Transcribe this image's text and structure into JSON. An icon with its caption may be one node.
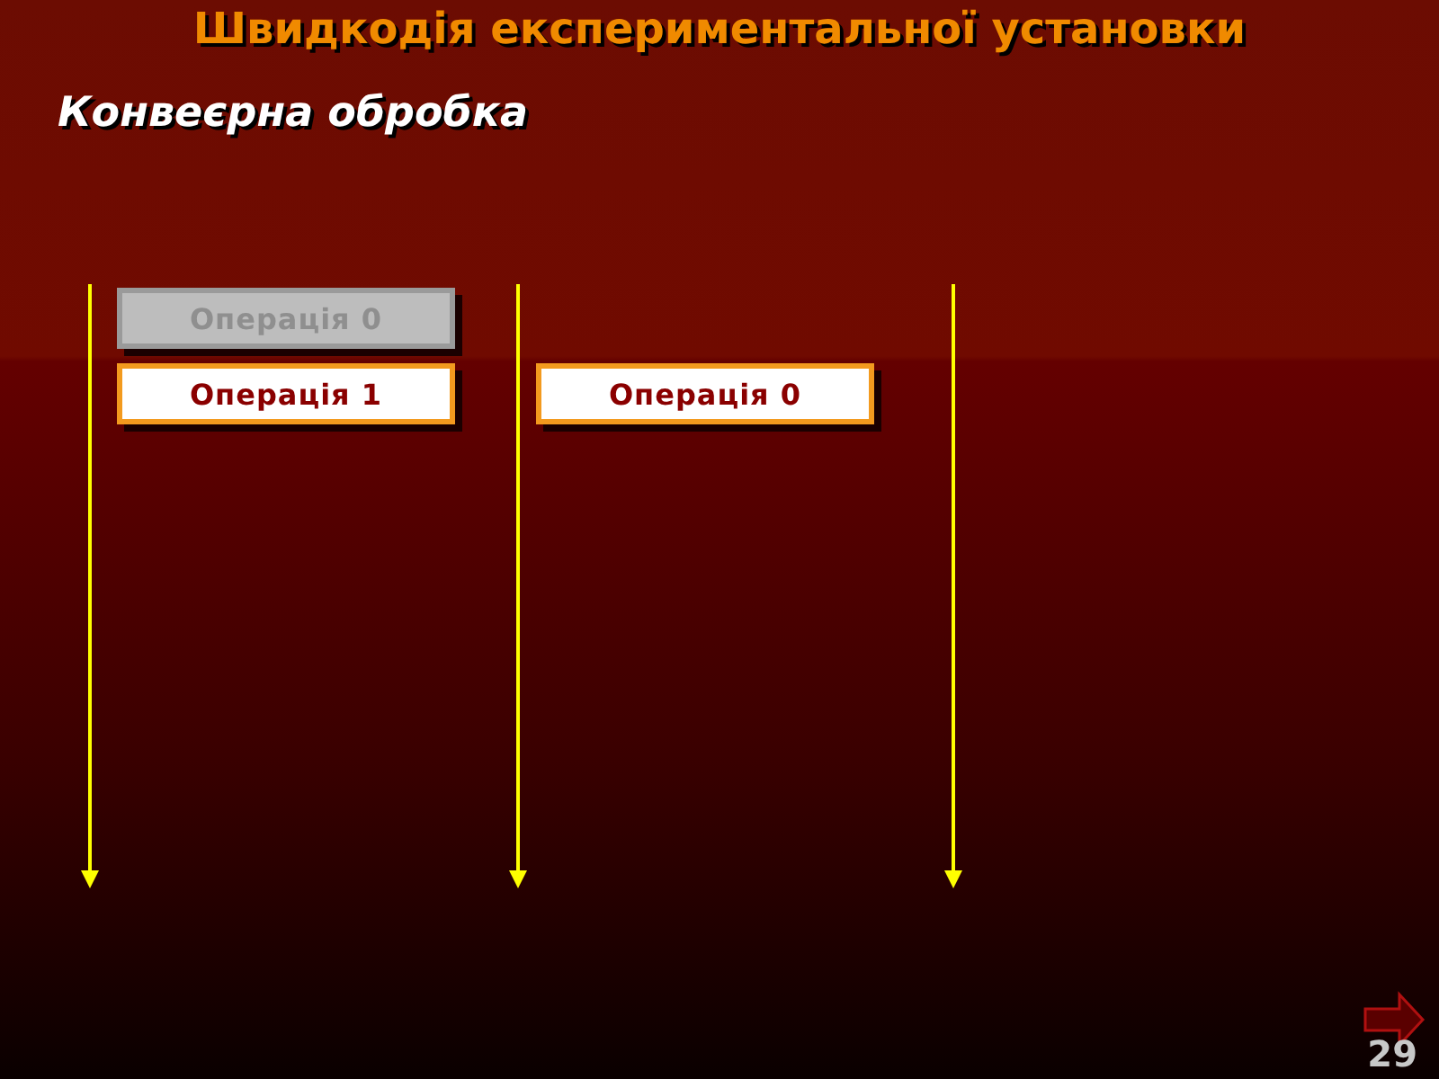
{
  "diagram": {
    "title": "Швидкодія експериментальної установки",
    "nodes": [
      {
        "text": [
          "Операція 0"
        ]
      },
      {
        "text": [
          "Операція 1"
        ]
      },
      {
        "text": [
          "Операція 0"
        ]
      }
    ],
    "labels": [
      "Конвеєрна обробка",
      "29"
    ]
  }
}
